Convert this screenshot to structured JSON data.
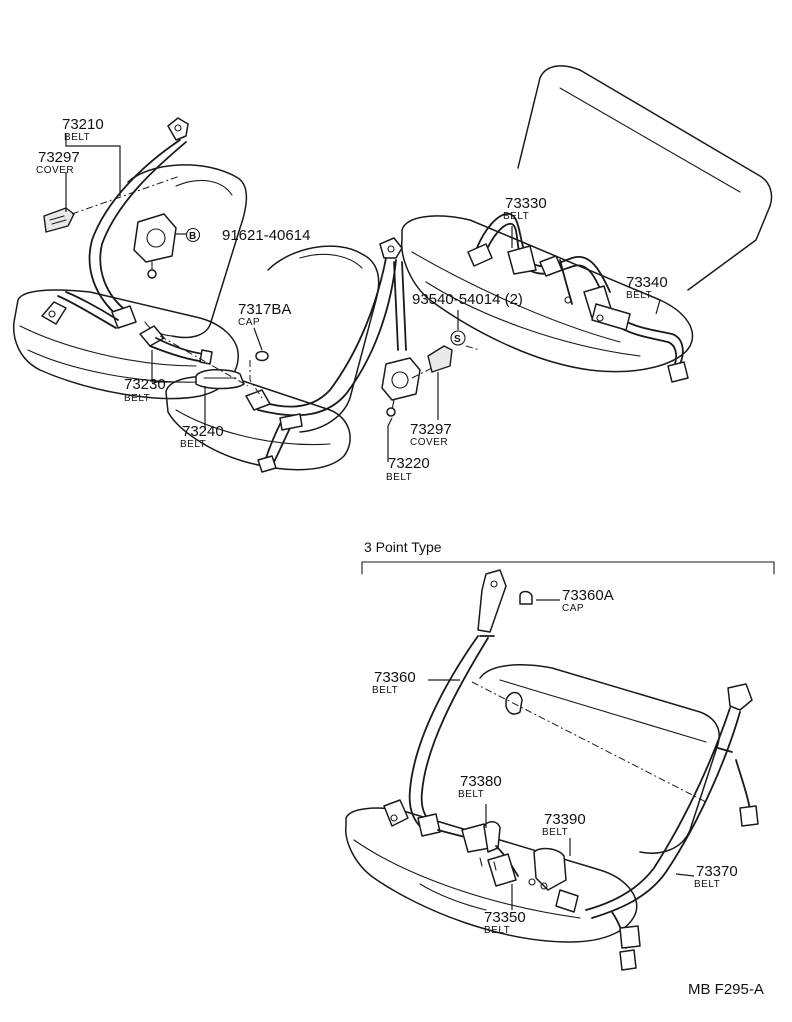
{
  "callouts": {
    "p73210": {
      "num": "73210",
      "desc": "BELT"
    },
    "p73297a": {
      "num": "73297",
      "desc": "COVER"
    },
    "p91621": {
      "symbol": "B",
      "num": "91621-40614"
    },
    "p7317BA": {
      "num": "7317BA",
      "desc": "CAP"
    },
    "p73230": {
      "num": "73230",
      "desc": "BELT"
    },
    "p73240": {
      "num": "73240",
      "desc": "BELT"
    },
    "p73330": {
      "num": "73330",
      "desc": "BELT"
    },
    "p93540": {
      "num": "93540-54014 (2)",
      "symbol": "S"
    },
    "p73340": {
      "num": "73340",
      "desc": "BELT"
    },
    "p73297b": {
      "num": "73297",
      "desc": "COVER"
    },
    "p73220": {
      "num": "73220",
      "desc": "BELT"
    },
    "p73360A": {
      "num": "73360A",
      "desc": "CAP"
    },
    "p73360": {
      "num": "73360",
      "desc": "BELT"
    },
    "p73380": {
      "num": "73380",
      "desc": "BELT"
    },
    "p73390": {
      "num": "73390",
      "desc": "BELT"
    },
    "p73370": {
      "num": "73370",
      "desc": "BELT"
    },
    "p73350": {
      "num": "73350",
      "desc": "BELT"
    }
  },
  "section": {
    "title": "3 Point Type"
  },
  "figure_code": "MB F295-A"
}
